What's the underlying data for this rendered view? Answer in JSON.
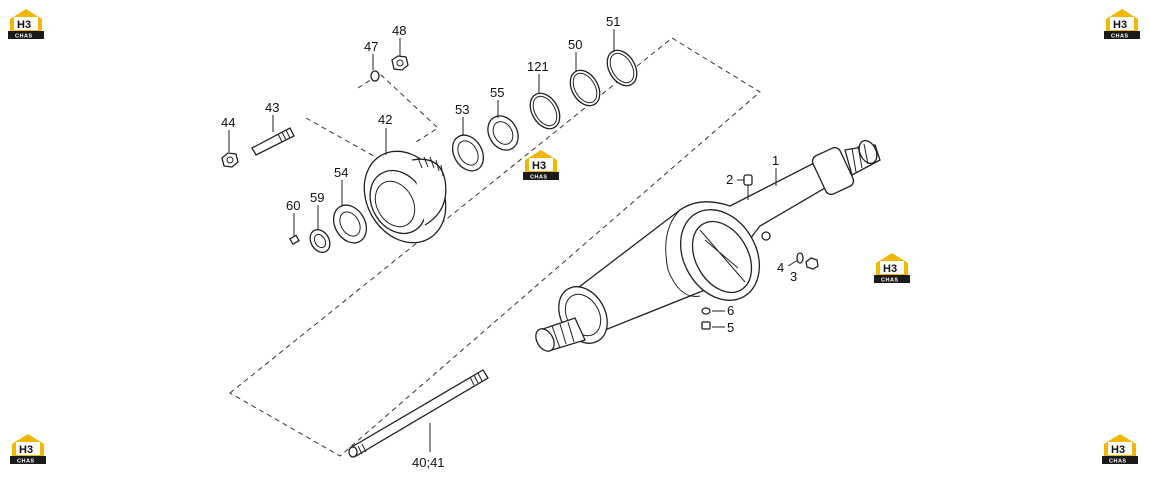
{
  "parts": {
    "p1": "1",
    "p2": "2",
    "p3": "3",
    "p4": "4",
    "p5": "5",
    "p6": "6",
    "p40": "40;41",
    "p42": "42",
    "p43": "43",
    "p44": "44",
    "p47": "47",
    "p48": "48",
    "p50": "50",
    "p51": "51",
    "p53": "53",
    "p54": "54",
    "p55": "55",
    "p59": "59",
    "p60": "60",
    "p121": "121"
  },
  "watermark": {
    "top": "H3",
    "bottom": "CHAS"
  },
  "colors": {
    "logo_yellow": "#f2b705",
    "logo_dark": "#1a1a1a"
  }
}
